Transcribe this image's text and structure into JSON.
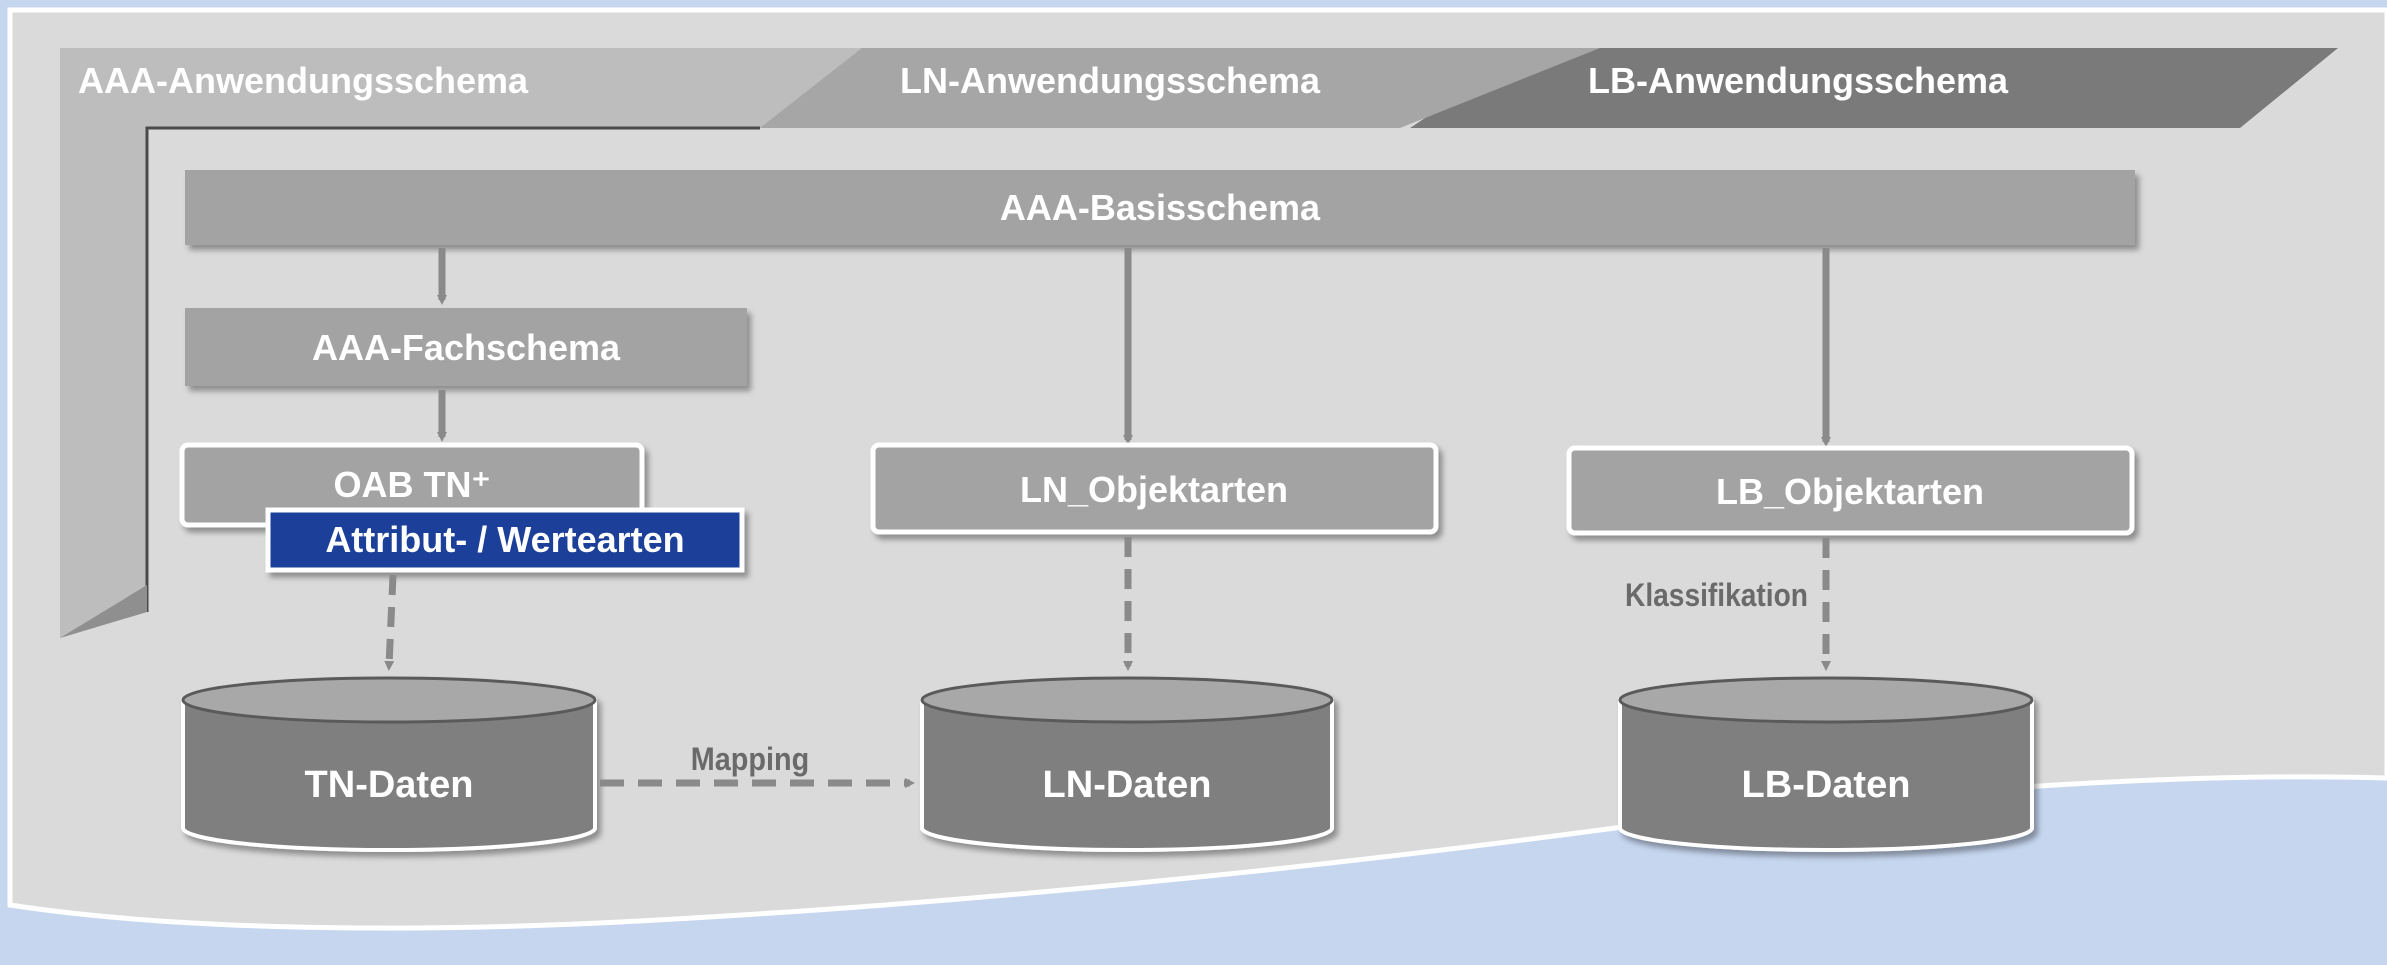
{
  "header": {
    "tabs": [
      {
        "label": "AAA-Anwendungsschema"
      },
      {
        "label": "LN-Anwendungsschema"
      },
      {
        "label": "LB-Anwendungsschema"
      }
    ]
  },
  "boxes": {
    "basisschema": "AAA-Basisschema",
    "fachschema": "AAA-Fachschema",
    "oab_tn": "OAB TN⁺",
    "attribut_wertearten": "Attribut- / Wertearten",
    "ln_objektarten": "LN_Objektarten",
    "lb_objektarten": "LB_Objektarten"
  },
  "databases": {
    "tn": "TN-Daten",
    "ln": "LN-Daten",
    "lb": "LB-Daten"
  },
  "edge_labels": {
    "mapping": "Mapping",
    "klassifikation": "Klassifikation"
  },
  "colors": {
    "background": "#c6d6ef",
    "panel": "#dadada",
    "box": "#a3a3a3",
    "database": "#7f7f7f",
    "highlight": "#1f3f99",
    "arrow": "#8a8a8a"
  }
}
